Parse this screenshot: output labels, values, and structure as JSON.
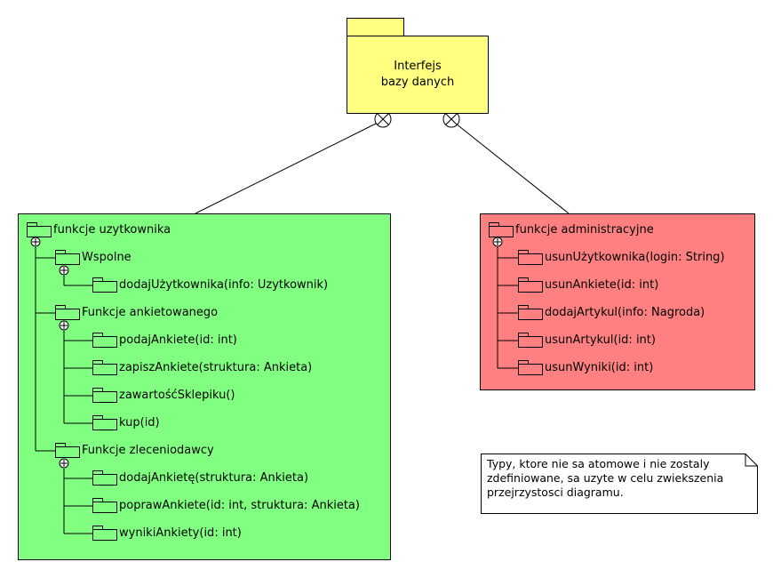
{
  "interface_package": {
    "line1": "Interfejs",
    "line2": "bazy danych"
  },
  "user_panel": {
    "title": "funkcje uzytkownika",
    "groups": [
      {
        "label": "Wspolne",
        "items": [
          "dodajUżytkownika(info: Uzytkownik)"
        ]
      },
      {
        "label": "Funkcje ankietowanego",
        "items": [
          "podajAnkiete(id: int)",
          "zapiszAnkiete(struktura: Ankieta)",
          "zawartośćSklepiku()",
          "kup(id)"
        ]
      },
      {
        "label": "Funkcje zleceniodawcy",
        "items": [
          "dodajAnkietę(struktura: Ankieta)",
          "poprawAnkiete(id: int, struktura: Ankieta)",
          "wynikiAnkiety(id: int)"
        ]
      }
    ]
  },
  "admin_panel": {
    "title": "funkcje administracyjne",
    "items": [
      "usunUżytkownika(login: String)",
      "usunAnkiete(id: int)",
      "dodajArtykul(info: Nagroda)",
      "usunArtykul(id: int)",
      "usunWyniki(id: int)"
    ]
  },
  "note": {
    "lines": [
      "Typy, ktore nie sa atomowe i nie zostaly",
      "zdefiniowane, sa uzyte w celu zwiekszenia",
      "przejrzystosci diagramu."
    ]
  },
  "colors": {
    "interface_fill": "#ffff80",
    "user_fill": "#80ff80",
    "admin_fill": "#ff8080"
  }
}
